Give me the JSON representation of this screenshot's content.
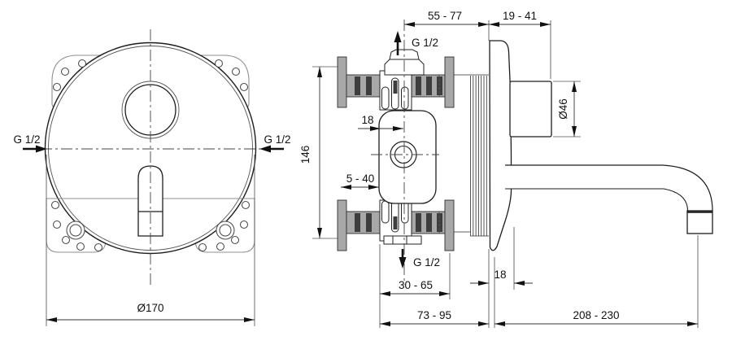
{
  "drawing_type": "technical-dimension-drawing",
  "subject": "wall-mounted concealed basin mixer, front view and side section view",
  "front_view": {
    "labels": {
      "inlet_left": "G 1/2",
      "inlet_right": "G 1/2",
      "plate_diameter": "Ø170"
    }
  },
  "side_view": {
    "labels": {
      "recess_depth": "55 - 77",
      "trim_depth": "19 - 41",
      "inlet_top": "G 1/2",
      "inlet_bottom": "G 1/2",
      "inlet_spacing": "146",
      "outlet_offset": "18",
      "plaster_range": "5 - 40",
      "body_range": "30 - 65",
      "wall_gap": "18",
      "built_in_depth": "73 - 95",
      "spout_reach": "208 - 230",
      "handle_diameter": "Ø46"
    }
  },
  "colors": {
    "background": "#ffffff",
    "line": "#1d1d1d",
    "hardware_gray": "#a8a8a8",
    "stripe_dark": "#3d3d3d",
    "plate_gray": "#8f8f8f"
  }
}
